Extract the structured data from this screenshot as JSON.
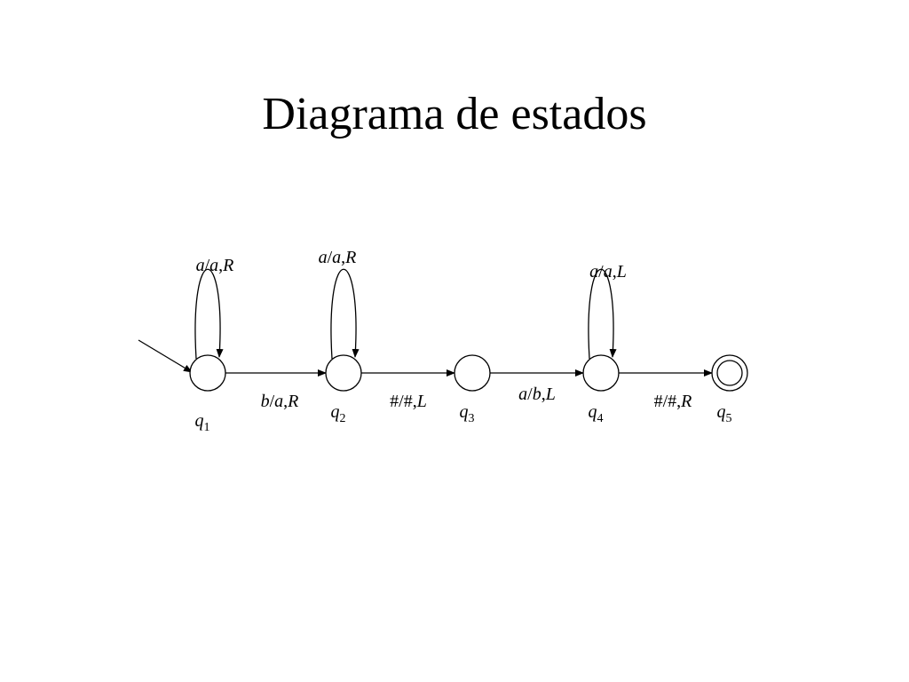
{
  "title": "Diagrama de estados",
  "states": [
    {
      "id": "q1",
      "label": "q",
      "subscript": "1",
      "initial": true,
      "accepting": false
    },
    {
      "id": "q2",
      "label": "q",
      "subscript": "2",
      "initial": false,
      "accepting": false
    },
    {
      "id": "q3",
      "label": "q",
      "subscript": "3",
      "initial": false,
      "accepting": false
    },
    {
      "id": "q4",
      "label": "q",
      "subscript": "4",
      "initial": false,
      "accepting": false
    },
    {
      "id": "q5",
      "label": "q",
      "subscript": "5",
      "initial": false,
      "accepting": true
    }
  ],
  "transitions": [
    {
      "from": "q1",
      "to": "q1",
      "read": "a",
      "write": "a",
      "move": "R"
    },
    {
      "from": "q2",
      "to": "q2",
      "read": "a",
      "write": "a",
      "move": "R"
    },
    {
      "from": "q4",
      "to": "q4",
      "read": "a",
      "write": "a",
      "move": "L"
    },
    {
      "from": "q1",
      "to": "q2",
      "read": "b",
      "write": "a",
      "move": "R"
    },
    {
      "from": "q2",
      "to": "q3",
      "read": "#",
      "write": "#",
      "move": "L"
    },
    {
      "from": "q3",
      "to": "q4",
      "read": "a",
      "write": "b",
      "move": "L"
    },
    {
      "from": "q4",
      "to": "q5",
      "read": "#",
      "write": "#",
      "move": "R"
    }
  ]
}
